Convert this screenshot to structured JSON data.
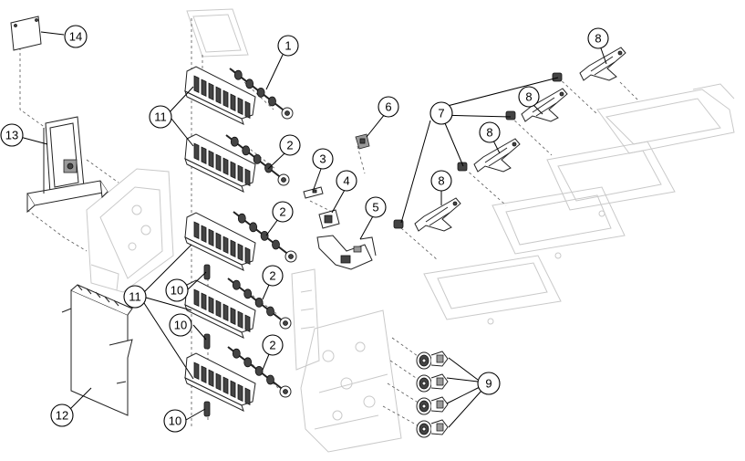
{
  "callouts": {
    "c1": "1",
    "c2a": "2",
    "c2b": "2",
    "c2c": "2",
    "c2d": "2",
    "c3": "3",
    "c4": "4",
    "c5": "5",
    "c6": "6",
    "c7": "7",
    "c8a": "8",
    "c8b": "8",
    "c8c": "8",
    "c8d": "8",
    "c9": "9",
    "c10a": "10",
    "c10b": "10",
    "c10c": "10",
    "c11a": "11",
    "c11b": "11",
    "c12": "12",
    "c13": "13",
    "c14": "14"
  }
}
